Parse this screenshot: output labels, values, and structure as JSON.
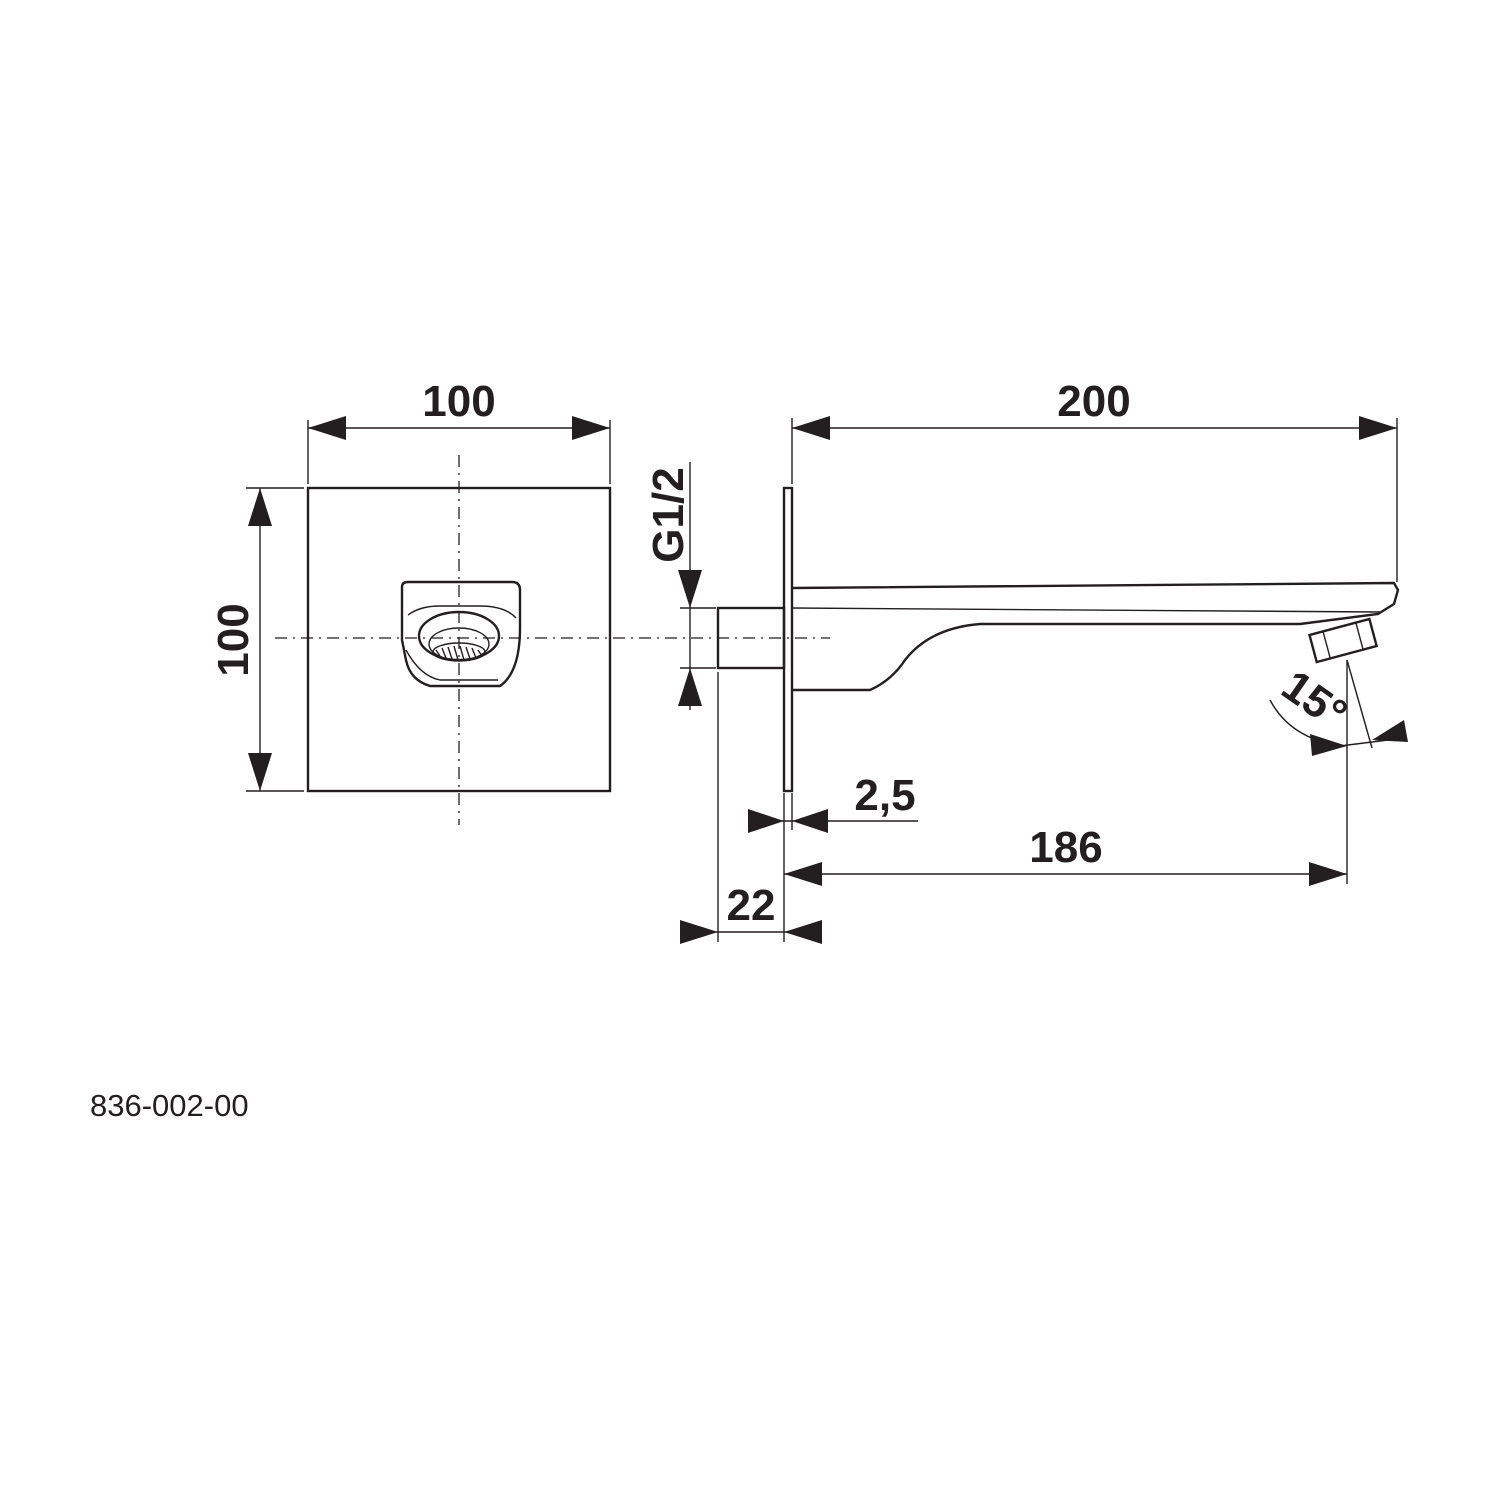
{
  "front_view": {
    "width_label": "100",
    "height_label": "100"
  },
  "side_view": {
    "length_label": "200",
    "thread_label": "G1/2",
    "plate_thickness_label": "2,5",
    "projection_label": "186",
    "wall_depth_label": "22",
    "angle_label": "15°"
  },
  "article_number": "836-002-00",
  "colors": {
    "line": "#231f20",
    "background": "#ffffff"
  }
}
